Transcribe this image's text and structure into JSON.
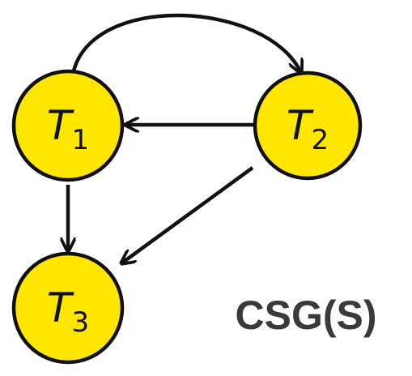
{
  "diagram": {
    "title": "CSG(S)",
    "node_fill": "#FFE600",
    "stroke_color": "#111111",
    "title_color": "#3a3a3a",
    "nodes": [
      {
        "id": "T1",
        "var": "T",
        "sub": "1"
      },
      {
        "id": "T2",
        "var": "T",
        "sub": "2"
      },
      {
        "id": "T3",
        "var": "T",
        "sub": "3"
      }
    ],
    "edges": [
      {
        "from": "T1",
        "to": "T2"
      },
      {
        "from": "T2",
        "to": "T1"
      },
      {
        "from": "T1",
        "to": "T3"
      },
      {
        "from": "T2",
        "to": "T3"
      }
    ]
  }
}
